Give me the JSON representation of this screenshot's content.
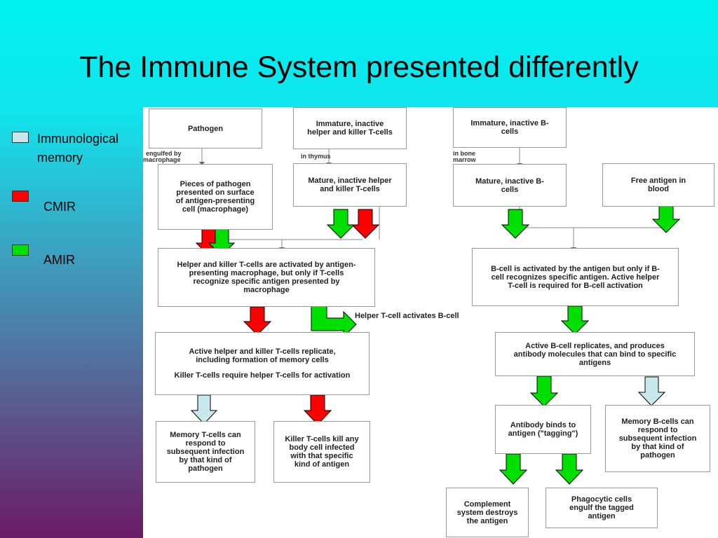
{
  "slide": {
    "title": "The Immune System presented differently"
  },
  "legend": {
    "items": [
      {
        "label": "Immunological memory",
        "color": "#c8e8ec"
      },
      {
        "label": "CMIR",
        "color": "#ff0000"
      },
      {
        "label": "AMIR",
        "color": "#00e000"
      }
    ],
    "line1": "Immunological",
    "line2": "memory"
  },
  "diagram": {
    "pathogen": "Pathogen",
    "immature_t": "Immature, inactive helper and killer T-cells",
    "immature_b": "Immature, inactive B-cells",
    "pieces": "Pieces of pathogen presented on surface of antigen-presenting cell (macrophage)",
    "mature_t": "Mature, inactive helper and killer T-cells",
    "mature_b": "Mature, inactive B-cells",
    "free_antigen": "Free antigen in blood",
    "helper_killer_activated": "Helper and killer T-cells are activated by antigen-presenting macrophage, but only if T-cells recognize specific antigen presented by macrophage",
    "bcell_activated": "B-cell is activated by the antigen but only if B-cell recognizes specific antigen. Active helper T-cell is required for B-cell activation",
    "active_replicate_1": "Active helper and killer T-cells replicate, including formation of memory cells",
    "active_replicate_2": "Killer T-cells require helper T-cells for activation",
    "bcell_replicates": "Active B-cell replicates, and produces antibody molecules that can bind to specific antigens",
    "memory_t": "Memory T-cells can respond to subsequent infection by that kind of pathogen",
    "killer": "Killer T-cells kill any body cell infected with that specific kind of antigen",
    "antibody_binds": "Antibody binds to antigen (\"tagging\")",
    "memory_b": "Memory B-cells can respond to subsequent infection by that kind of pathogen",
    "complement": "Complement system destroys the antigen",
    "phagocytic": "Phagocytic cells engulf the tagged antigen",
    "engulfed_1": "engulfed by",
    "engulfed_2": "macrophage",
    "in_thymus": "in thymus",
    "in_bone_1": "in bone",
    "in_bone_2": "marrow",
    "helper_activates_b": "Helper T-cell activates B-cell"
  }
}
